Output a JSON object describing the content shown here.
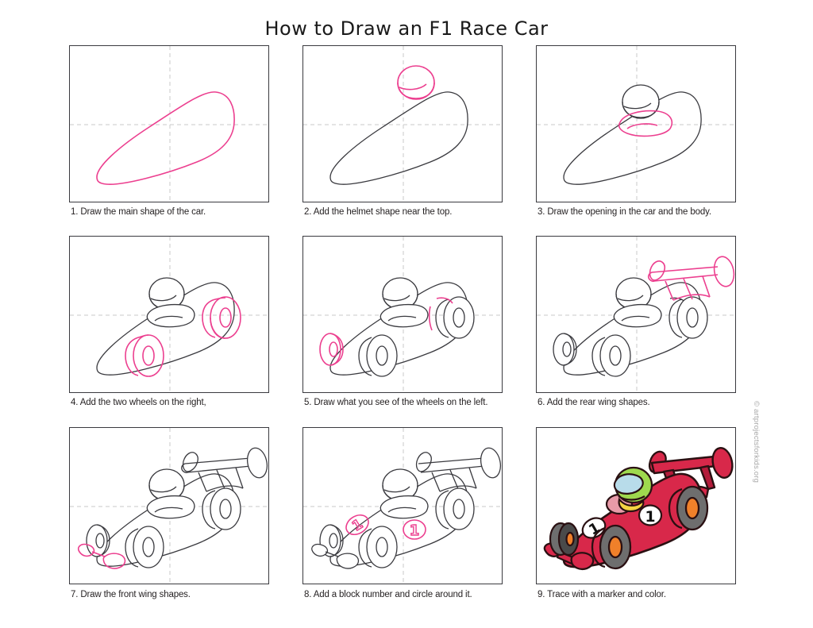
{
  "page": {
    "title": "How to Draw an F1 Race Car",
    "watermark": "© artprojectsforkids.org",
    "background_color": "#ffffff",
    "border_color": "#3a3a3f",
    "guide_color": "#c9c9c9",
    "sketch_color": "#3a3a3f",
    "highlight_color": "#ec3f8f"
  },
  "steps": [
    {
      "number": 1,
      "caption": "1. Draw the main shape of the car.",
      "new_parts": "teardrop body outline"
    },
    {
      "number": 2,
      "caption": "2. Add the helmet shape near the top.",
      "new_parts": "helmet circle and dome"
    },
    {
      "number": 3,
      "caption": "3. Draw the opening in the car and the body.",
      "new_parts": "cockpit opening and body contour"
    },
    {
      "number": 4,
      "caption": "4. Add the two wheels on the right,",
      "new_parts": "right front and rear wheels"
    },
    {
      "number": 5,
      "caption": "5. Draw what you see of the wheels on the left.",
      "new_parts": "partial left wheels"
    },
    {
      "number": 6,
      "caption": "6. Add the rear wing shapes.",
      "new_parts": "rear wing and supports"
    },
    {
      "number": 7,
      "caption": "7. Draw the front wing shapes.",
      "new_parts": "front wing flaps"
    },
    {
      "number": 8,
      "caption": "8. Add a block number and circle around it.",
      "new_parts": "number 1 in oval, twice"
    },
    {
      "number": 9,
      "caption": "9. Trace with a marker and color.",
      "new_parts": "finished colored drawing"
    }
  ],
  "car_number": "1",
  "colors": {
    "body_red": "#d8284a",
    "body_red_dark": "#b31b3a",
    "helmet_green": "#9ed94e",
    "visor_blue": "#b8dcea",
    "neck_pink": "#e89aa8",
    "strap_yellow": "#f5d442",
    "tire_gray": "#6e6e6e",
    "tire_dark": "#4a4a4a",
    "hub_orange": "#f0802a",
    "number_white": "#ffffff",
    "number_black": "#111111"
  }
}
